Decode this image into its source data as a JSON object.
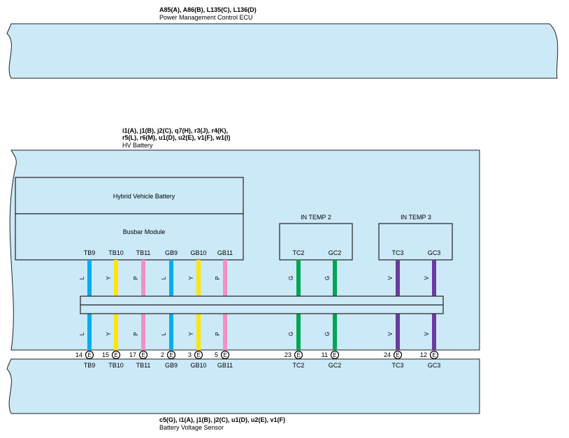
{
  "ecu": {
    "connectors": "A85(A), A86(B), L135(C), L136(D)",
    "name": "Power Management Control ECU"
  },
  "hv_battery": {
    "connectors_line1": "i1(A), j1(B), j2(C), q7(H), r3(J), r4(K),",
    "connectors_line2": "r5(L), r6(M), u1(D), u2(E), v1(F), w1(I)",
    "name": "HV Battery",
    "hybrid_label": "Hybrid Vehicle Battery",
    "busbar_label": "Busbar Module",
    "in_temp2_label": "IN TEMP 2",
    "in_temp3_label": "IN TEMP 3"
  },
  "sensor": {
    "connectors": "c5(G), i1(A), j1(B), j2(C), u1(D), u2(E), v1(F)",
    "name": "Battery Voltage Sensor"
  },
  "colors": {
    "block_fill": "#cce9f8",
    "L": "#00aeef",
    "Y": "#ffe600",
    "P": "#f48fc3",
    "G": "#00a651",
    "V": "#6b3a9e"
  },
  "wires": [
    {
      "top_label": "TB9",
      "bottom_label": "TB9",
      "pin": "14",
      "conn": "E",
      "color_code": "L"
    },
    {
      "top_label": "TB10",
      "bottom_label": "TB10",
      "pin": "15",
      "conn": "E",
      "color_code": "Y"
    },
    {
      "top_label": "TB11",
      "bottom_label": "TB11",
      "pin": "17",
      "conn": "E",
      "color_code": "P"
    },
    {
      "top_label": "GB9",
      "bottom_label": "GB9",
      "pin": "2",
      "conn": "E",
      "color_code": "L"
    },
    {
      "top_label": "GB10",
      "bottom_label": "GB10",
      "pin": "3",
      "conn": "E",
      "color_code": "Y"
    },
    {
      "top_label": "GB11",
      "bottom_label": "GB11",
      "pin": "5",
      "conn": "E",
      "color_code": "P"
    },
    {
      "top_label": "TC2",
      "bottom_label": "TC2",
      "pin": "23",
      "conn": "E",
      "color_code": "G"
    },
    {
      "top_label": "GC2",
      "bottom_label": "GC2",
      "pin": "11",
      "conn": "E",
      "color_code": "G"
    },
    {
      "top_label": "TC3",
      "bottom_label": "TC3",
      "pin": "24",
      "conn": "E",
      "color_code": "V"
    },
    {
      "top_label": "GC3",
      "bottom_label": "GC3",
      "pin": "12",
      "conn": "E",
      "color_code": "V"
    }
  ]
}
